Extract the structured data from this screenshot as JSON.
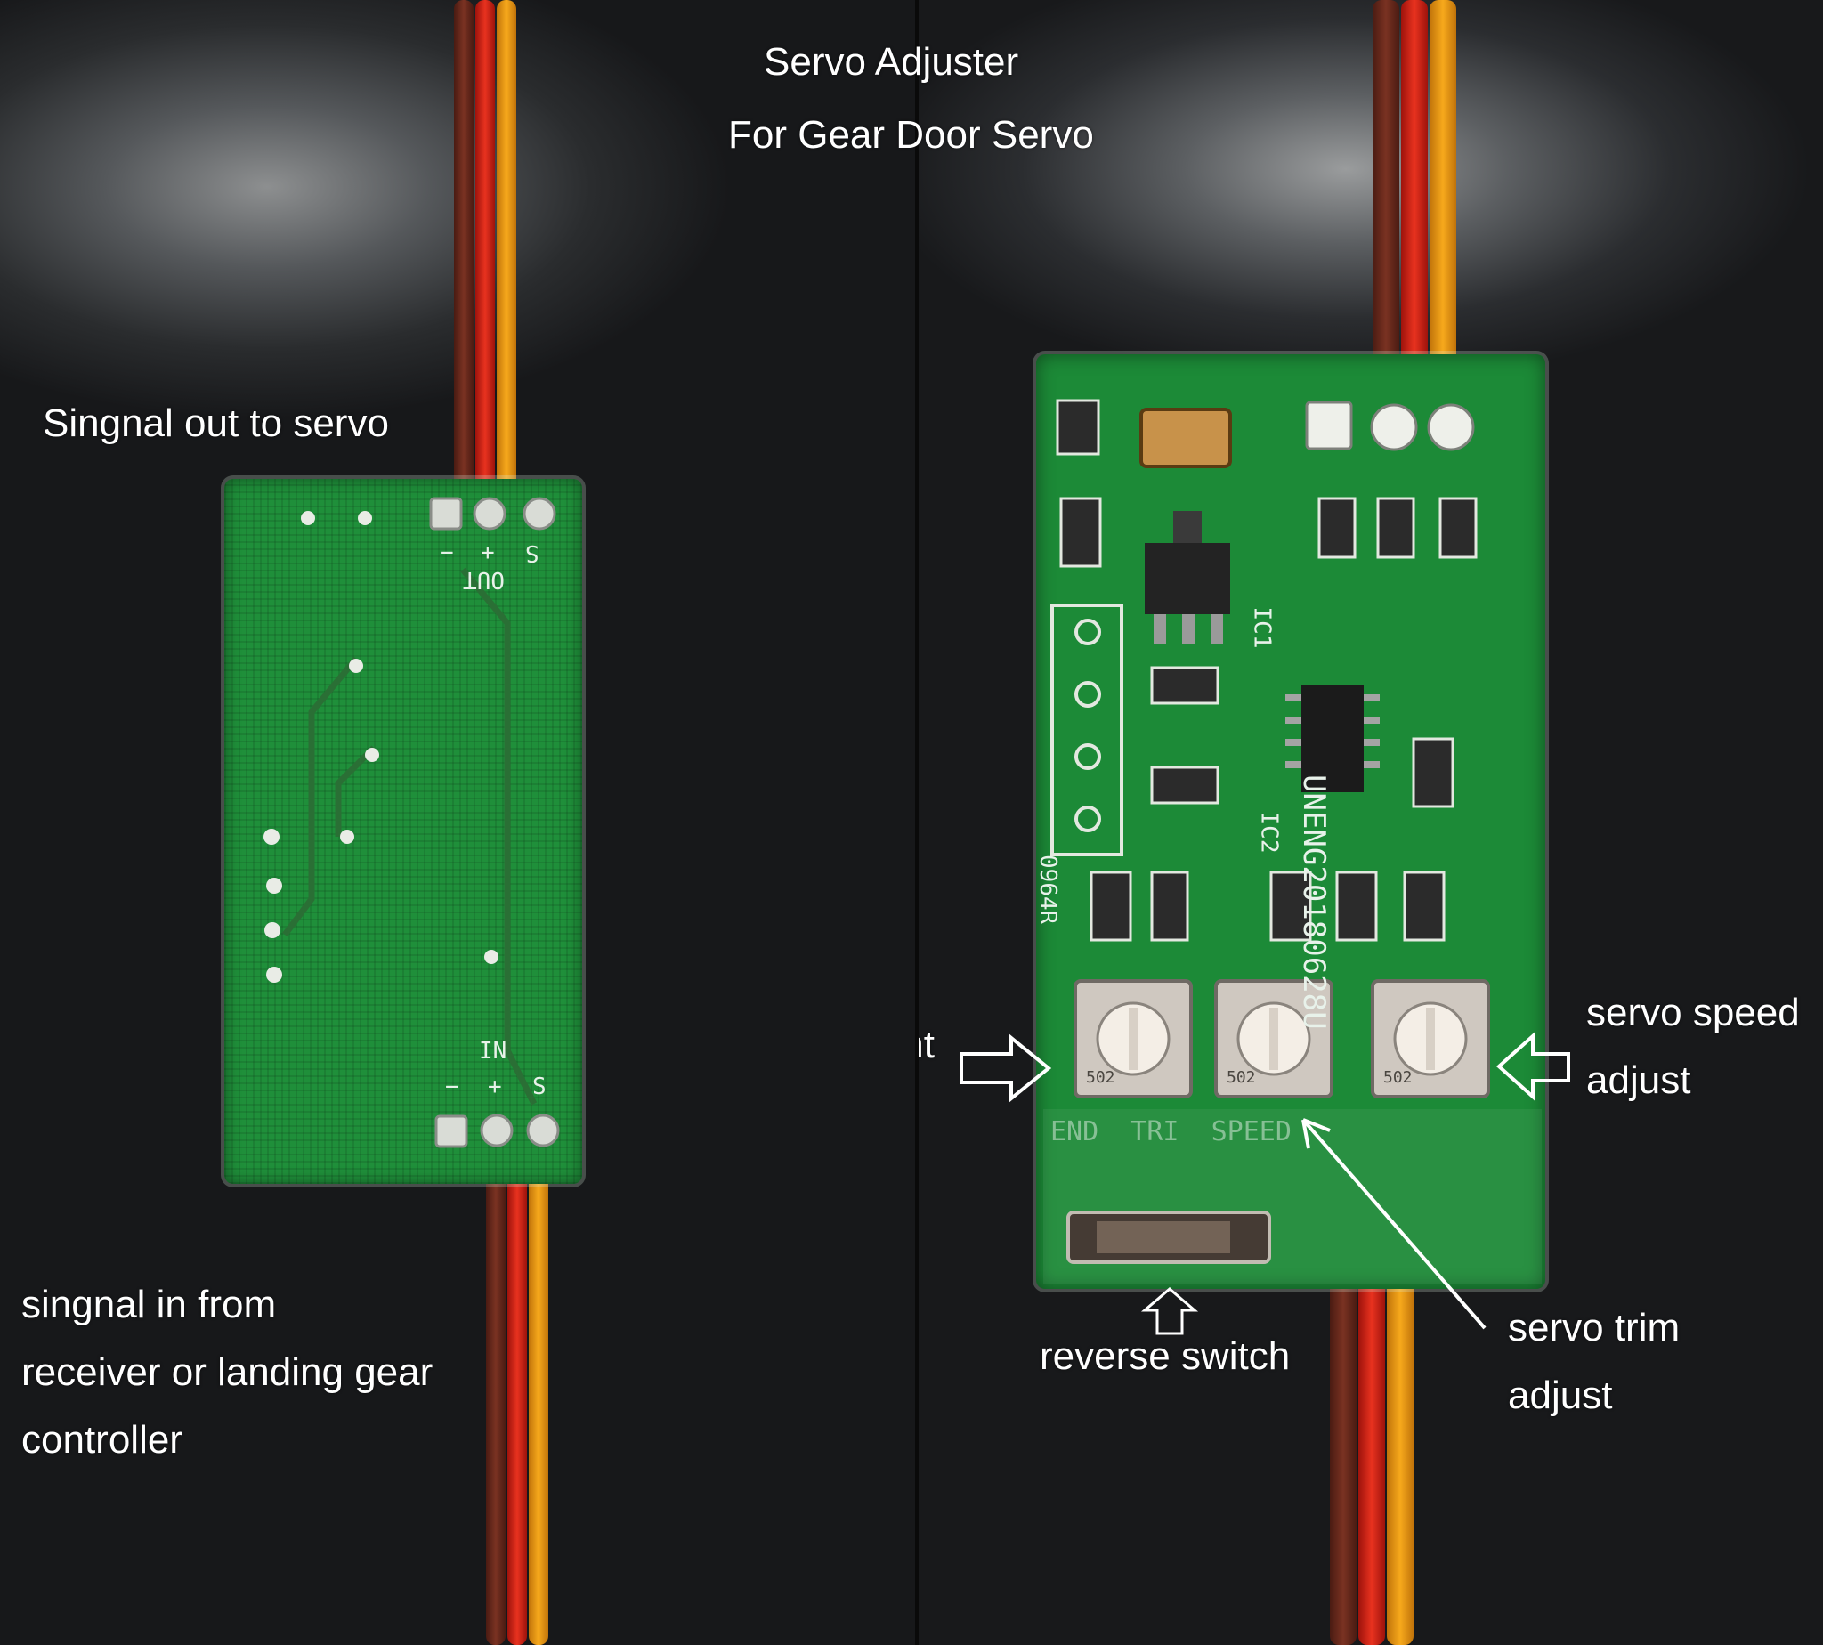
{
  "title": {
    "line1": "Servo Adjuster",
    "line2": "For Gear Door Servo"
  },
  "labels": {
    "signal_out": "Singnal out to servo",
    "signal_in": "singnal in from\nreceiver or landing gear\ncontroller",
    "end_point": "End point\nadjust",
    "servo_speed": "servo speed\nadjust",
    "servo_trim": "servo trim\nadjust",
    "reverse_switch": "reverse switch"
  },
  "silkscreen": {
    "out": "OUT",
    "in": "IN",
    "pin_minus": "−",
    "pin_plus": "+",
    "pin_s": "S",
    "ic1": "IC1",
    "ic2": "IC2",
    "brand": "UNENG20180628U",
    "code": "0964R",
    "pot_code": "502",
    "pot_marks": "END  TRI  SPEED"
  },
  "colors": {
    "pcb_green": "#1f8f3a",
    "wire_brown": "#6b2a1e",
    "wire_red": "#d8261c",
    "wire_orange": "#f39a12",
    "label_white": "#ffffff"
  }
}
